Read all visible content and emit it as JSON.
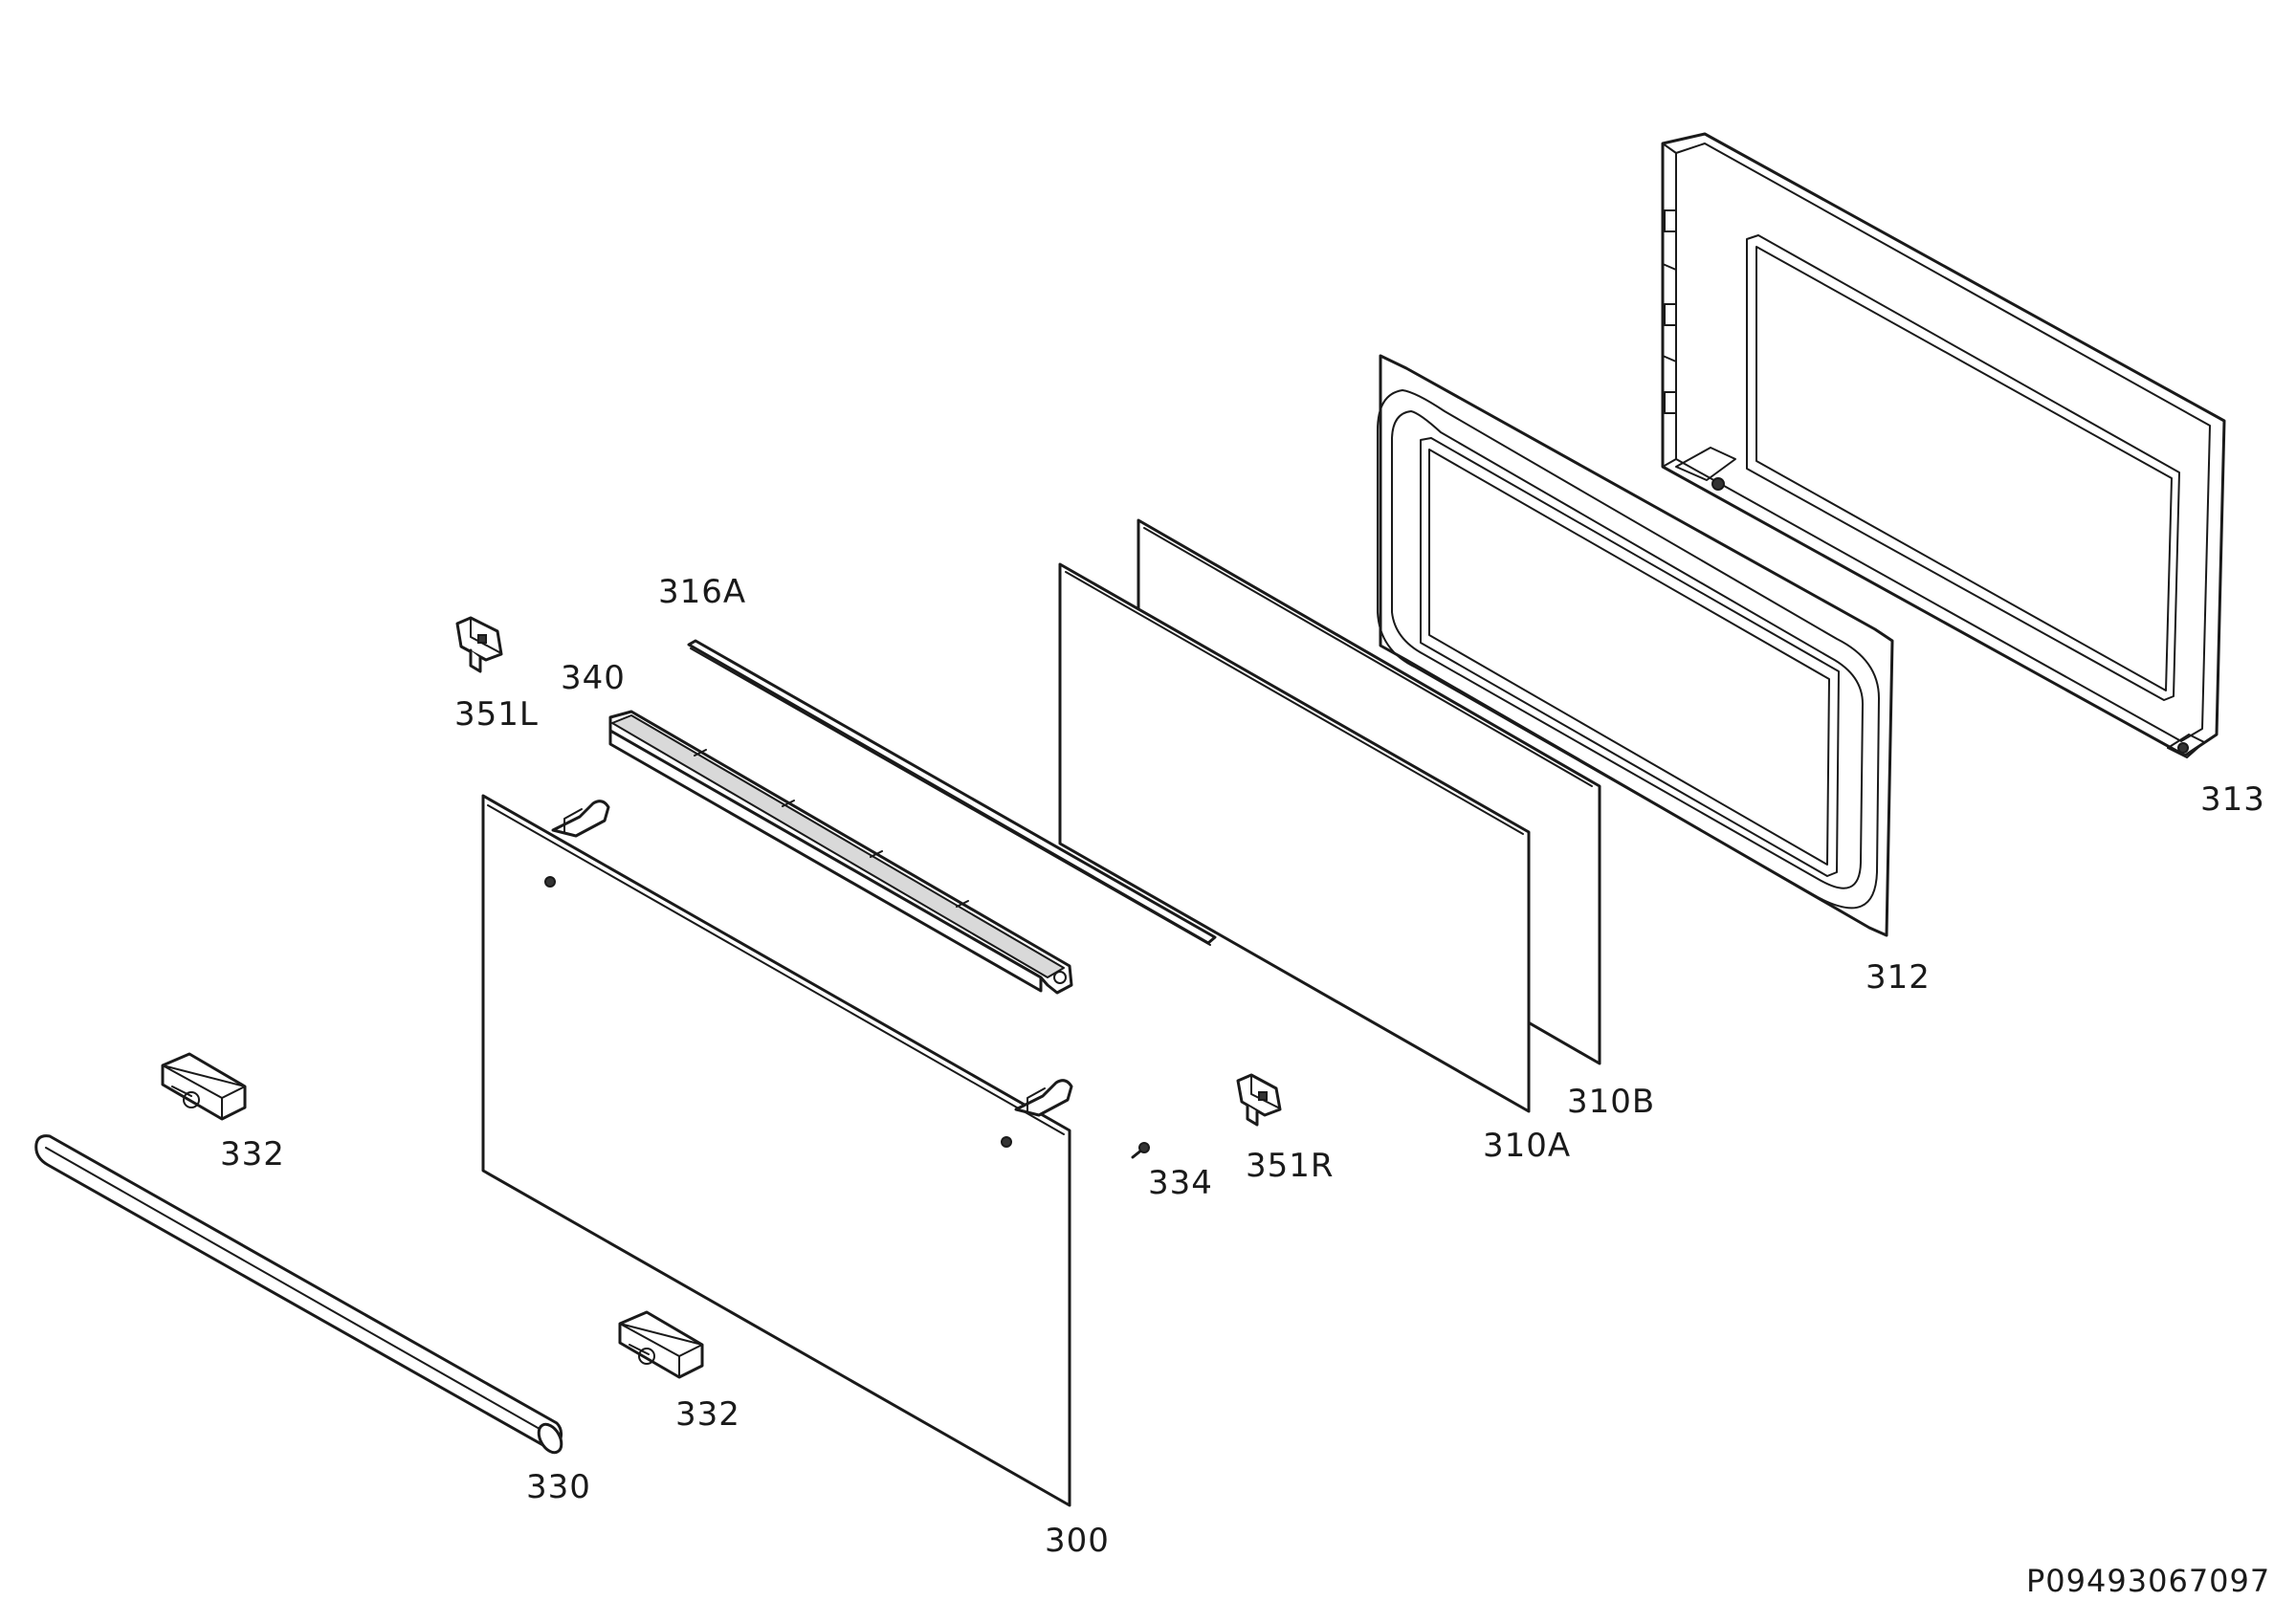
{
  "labels": {
    "l313": "313",
    "l312": "312",
    "l316A": "316A",
    "l340": "340",
    "l351L": "351L",
    "l310B": "310B",
    "l310A": "310A",
    "l351R": "351R",
    "l334": "334",
    "l332_top": "332",
    "l332_bottom": "332",
    "l330": "330",
    "l300": "300"
  },
  "drawing_code": "P09493067097"
}
